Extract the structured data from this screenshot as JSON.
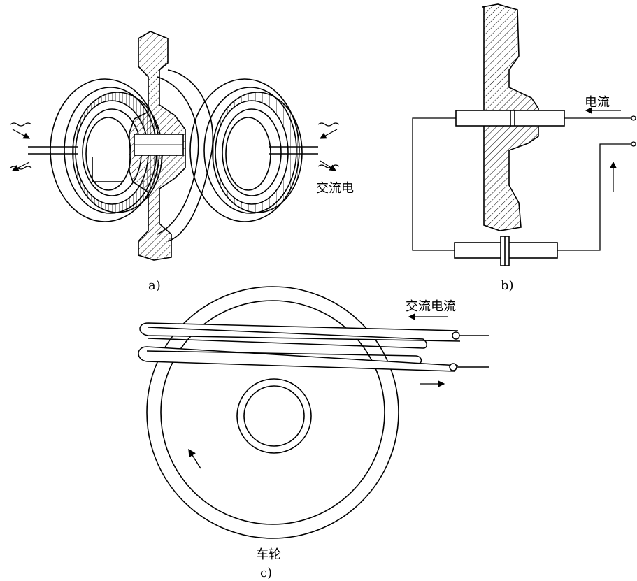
{
  "figure": {
    "panel_a": {
      "caption": "a)",
      "label_ac": "交流电"
    },
    "panel_b": {
      "caption": "b)",
      "label_current": "电流"
    },
    "panel_c": {
      "caption": "c)",
      "label_ac_current": "交流电流",
      "label_wheel": "车轮"
    }
  }
}
